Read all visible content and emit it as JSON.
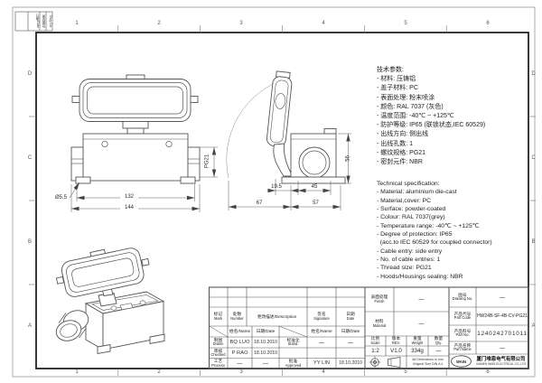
{
  "sheet": {
    "zones_h": [
      "1",
      "2",
      "3",
      "4",
      "5",
      "6"
    ],
    "zones_v": [
      "D",
      "C",
      "B",
      "A"
    ]
  },
  "corner": {
    "date_label": "日期/Date",
    "dwg_label_cn": "更改图号",
    "dwg_label_en": "Dwg Da"
  },
  "tech_cn": {
    "title": "技术参数:",
    "items": [
      "- 材料: 压铸铝",
      "- 盖子材料: PC",
      "- 表面处理: 粉末喷涂",
      "- 颜色: RAL 7037 (灰色)",
      "- 温度范围: -40℃ ~ +125℃",
      "- 防护等级: IP65 (联锁状态,IEC 60529)",
      "- 出线方向: 侧出线",
      "- 出线孔数: 1",
      "- 螺纹规格: PG21",
      "- 密封元件: NBR"
    ]
  },
  "tech_en": {
    "title": "Technical specification:",
    "items": [
      "- Material: aluminium die-cast",
      "- Material,cover: PC",
      "- Surface: powder-coated",
      "- Colour: RAL 7037(grey)",
      "- Temperature range: -40℃ ~ +125℃",
      "- Degree of protection: IP65",
      "  (acc.to IEC 60529 for coupled connector)",
      "- Cable entry: side entry",
      "- No. of cable entries: 1",
      "- Thread size: PG21",
      "- Hoods/Housings sealing: NBR"
    ]
  },
  "dims": {
    "front_inner": "132",
    "front_outer": "144",
    "hole": "Ø5.5",
    "thread_front": "PG21",
    "side_height": "56",
    "hinge_offset": "19.5",
    "entry_width": "45",
    "open_depth": "67",
    "body_depth": "57"
  },
  "tb": {
    "mark": "标记",
    "mark_en": "Mark",
    "number": "处数",
    "number_en": "Number",
    "desc": "更改描述/Description",
    "sig": "签名",
    "sig_en": "Signature",
    "date": "日期",
    "date_en": "Date",
    "name_hdr": "姓名/Name",
    "date_hdr": "日期/Date",
    "drawn": "制图",
    "drawn_en": "Drawn",
    "drawn_name": "BQ LUO",
    "drawn_date": "18.10.2010",
    "checked": "审核",
    "checked_en": "Checked",
    "checked_name": "P RAO",
    "checked_date": "18.10.2010",
    "process": "工艺",
    "process_en": "Process",
    "process_name": "—",
    "process_date": "—",
    "stand": "标准化",
    "stand_en": "Stand.",
    "stand_name": "—",
    "stand_date": "—",
    "approved": "批准",
    "approved_en": "Approved",
    "approved_name": "YY LIN",
    "approved_date": "18.10.2010",
    "finish": "表面处理",
    "finish_en": "Finish",
    "finish_val": "—",
    "material": "材料",
    "material_en": "Material",
    "material_val": "—",
    "scale": "比例",
    "scale_en": "Scale",
    "scale_val": "1:2",
    "rev": "版本",
    "rev_en": "REV.",
    "rev_val": "V1.0",
    "weight": "重量",
    "weight_en": "Weight",
    "weight_val": "334g",
    "qty": "数量",
    "qty_en": "Qty.",
    "qty_val": "—",
    "dwgno": "图号",
    "dwgno_en": "Drawing No.",
    "dwgno_val": "—",
    "code": "产品代号",
    "code_en": "Part Code",
    "code_val": "HW24B-SF-4B-CV-PG21",
    "pno": "产品料号",
    "pno_en": "Part No.",
    "pno_val": "1240242701011",
    "pname": "产品名称",
    "pname_en": "Part Name",
    "pname_val": "—",
    "note1": "All Dimensions in mm",
    "note2": "Original Size  DIN A 4",
    "logo": "WAIN",
    "company_cn": "厦门唯恩电气有限公司",
    "company_en": "XIAMEN WAIN ELECTRICAL CO.,LTD"
  }
}
